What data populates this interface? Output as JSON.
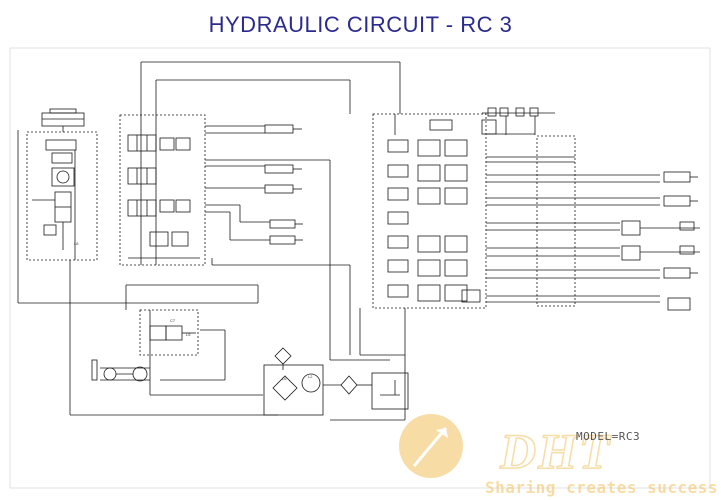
{
  "title": "HYDRAULIC CIRCUIT - RC 3",
  "model_label": "MODEL=RC3",
  "watermark": {
    "text": "Sharing creates success",
    "logo": "DHT"
  },
  "component_tags": {
    "l5": "L5",
    "c7": "C7",
    "l6": "L6",
    "l2": "L2",
    "l8": "L8"
  },
  "colors": {
    "title": "#2b2b8f",
    "line": "#1a1a1a",
    "watermark": "#f3c15d"
  }
}
